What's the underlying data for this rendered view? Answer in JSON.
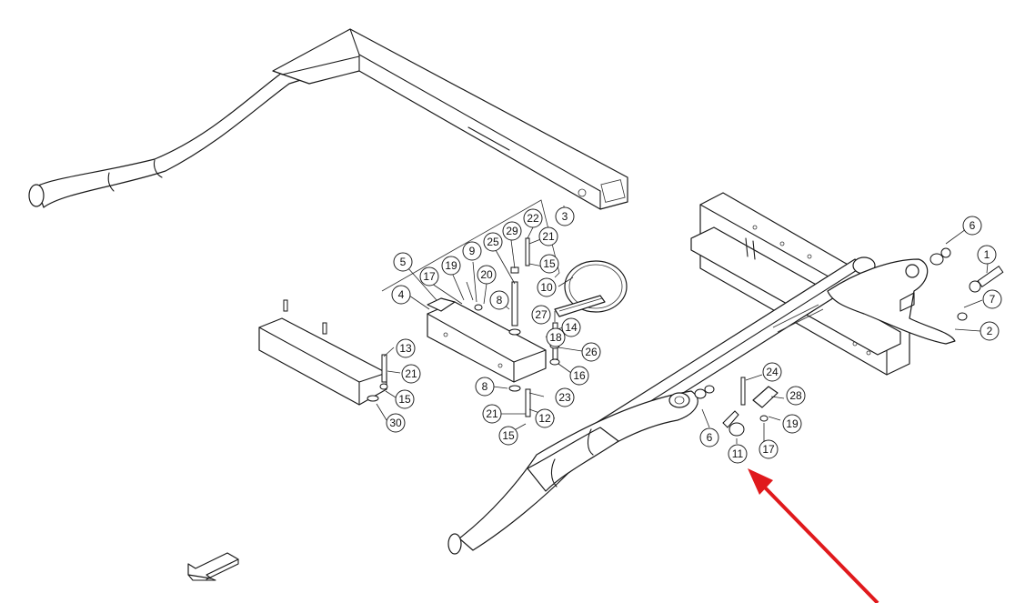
{
  "callouts": [
    {
      "id": "c1",
      "label": "1"
    },
    {
      "id": "c2",
      "label": "2"
    },
    {
      "id": "c3",
      "label": "3"
    },
    {
      "id": "c4",
      "label": "4"
    },
    {
      "id": "c5",
      "label": "5"
    },
    {
      "id": "c6a",
      "label": "6"
    },
    {
      "id": "c6b",
      "label": "6"
    },
    {
      "id": "c7",
      "label": "7"
    },
    {
      "id": "c8a",
      "label": "8"
    },
    {
      "id": "c8b",
      "label": "8"
    },
    {
      "id": "c9",
      "label": "9"
    },
    {
      "id": "c10",
      "label": "10"
    },
    {
      "id": "c11",
      "label": "11"
    },
    {
      "id": "c12",
      "label": "12"
    },
    {
      "id": "c13",
      "label": "13"
    },
    {
      "id": "c14",
      "label": "14"
    },
    {
      "id": "c15a",
      "label": "15"
    },
    {
      "id": "c15b",
      "label": "15"
    },
    {
      "id": "c15c",
      "label": "15"
    },
    {
      "id": "c16",
      "label": "16"
    },
    {
      "id": "c17a",
      "label": "17"
    },
    {
      "id": "c17b",
      "label": "17"
    },
    {
      "id": "c18",
      "label": "18"
    },
    {
      "id": "c19a",
      "label": "19"
    },
    {
      "id": "c19b",
      "label": "19"
    },
    {
      "id": "c20",
      "label": "20"
    },
    {
      "id": "c21a",
      "label": "21"
    },
    {
      "id": "c21b",
      "label": "21"
    },
    {
      "id": "c21c",
      "label": "21"
    },
    {
      "id": "c22",
      "label": "22"
    },
    {
      "id": "c23",
      "label": "23"
    },
    {
      "id": "c24",
      "label": "24"
    },
    {
      "id": "c25",
      "label": "25"
    },
    {
      "id": "c26",
      "label": "26"
    },
    {
      "id": "c27",
      "label": "27"
    },
    {
      "id": "c28",
      "label": "28"
    },
    {
      "id": "c29",
      "label": "29"
    },
    {
      "id": "c30",
      "label": "30"
    }
  ],
  "colors": {
    "line": "#1a1a1a",
    "arrow": "#e0191c",
    "background": "#ffffff"
  },
  "icons": {
    "direction_arrow": "front-direction-arrow-icon",
    "highlight_arrow": "red-pointer-arrow-icon"
  }
}
